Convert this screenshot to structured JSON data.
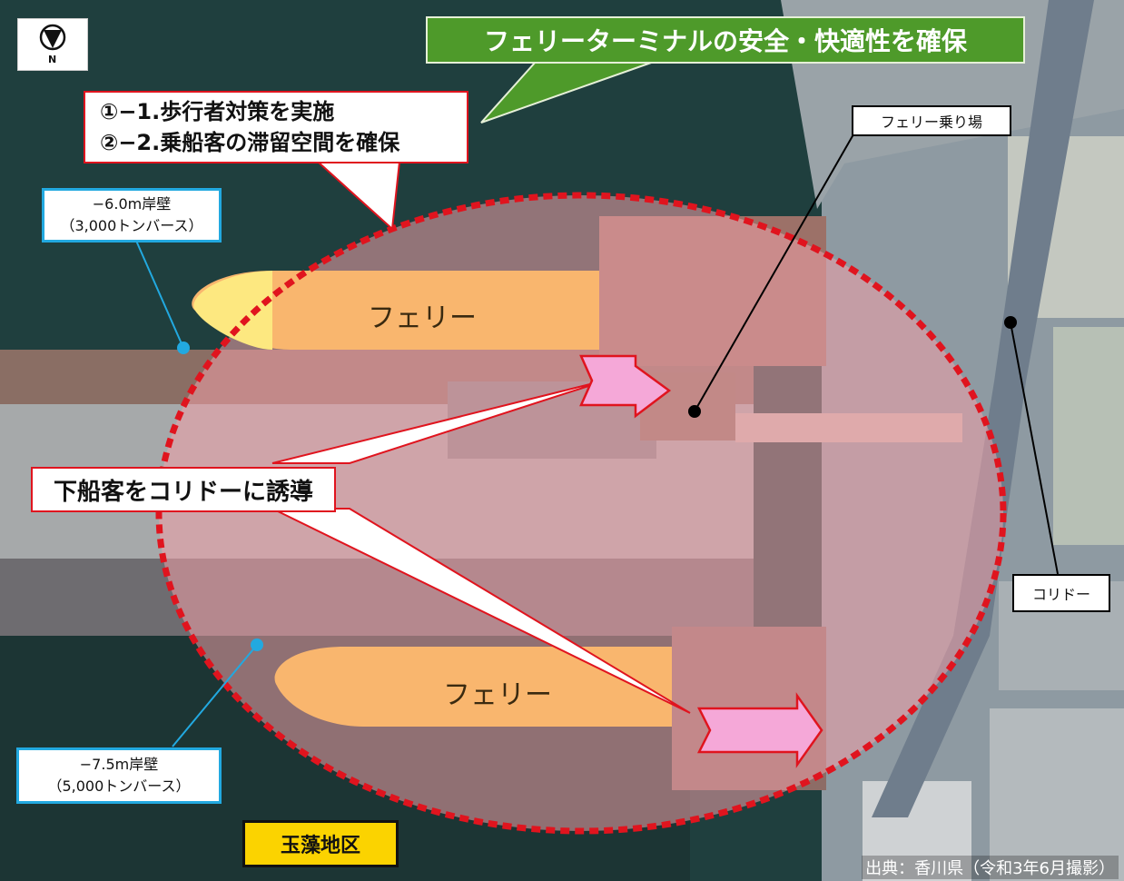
{
  "title": "フェリーターミナルの安全・快適性を確保",
  "measures": {
    "line1": "①−1.歩行者対策を実施",
    "line2": "②−2.乗船客の滞留空間を確保"
  },
  "guidance": "下船客をコリドーに誘導",
  "quays": {
    "north": {
      "name": "−6.0m岸壁",
      "capacity": "（3,000トンバース）"
    },
    "south": {
      "name": "−7.5m岸壁",
      "capacity": "（5,000トンバース）"
    }
  },
  "labels": {
    "ferry_boarding": "フェリー乗り場",
    "corridor": "コリドー",
    "ferry_north": "フェリー",
    "ferry_south": "フェリー"
  },
  "district": "玉藻地区",
  "source": "出典：香川県（令和3年6月撮影）",
  "compass": {
    "letter": "N"
  },
  "colors": {
    "title_green": "#4e9a2a",
    "callout_red": "#e0141e",
    "quay_blue": "#22a9e0",
    "ferry_orange": "#f9b66e",
    "district_yellow": "#fbd300",
    "highlight_pink": "#f0a0a8"
  }
}
